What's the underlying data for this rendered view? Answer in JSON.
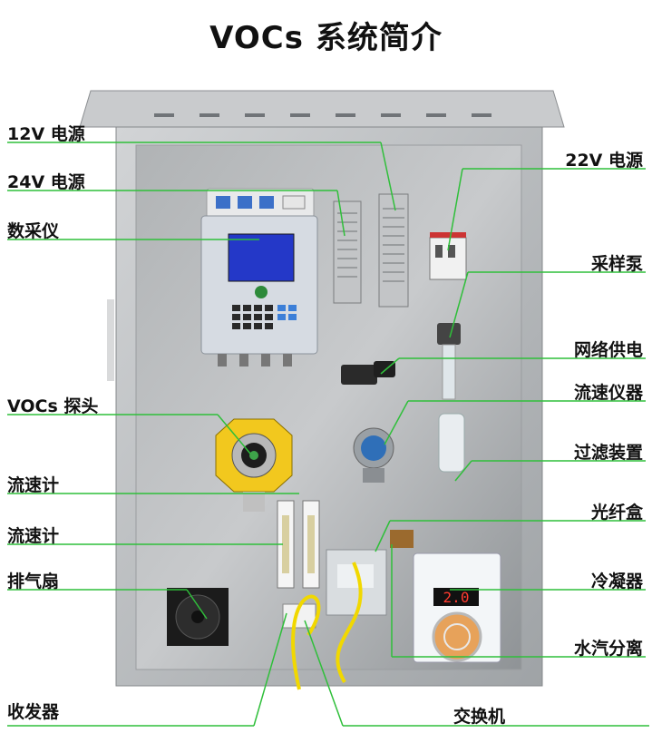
{
  "title": "VOCs 系统简介",
  "left_labels": [
    {
      "key": "power12",
      "text": "12V 电源"
    },
    {
      "key": "power24",
      "text": "24V 电源"
    },
    {
      "key": "daq",
      "text": "数采仪"
    },
    {
      "key": "probe",
      "text": "VOCs 探头"
    },
    {
      "key": "flowmeter1",
      "text": "流速计"
    },
    {
      "key": "flowmeter2",
      "text": "流速计"
    },
    {
      "key": "fan",
      "text": "排气扇"
    },
    {
      "key": "transceiver",
      "text": "收发器"
    }
  ],
  "right_labels": [
    {
      "key": "power22",
      "text": "22V 电源"
    },
    {
      "key": "pump",
      "text": "采样泵"
    },
    {
      "key": "poe",
      "text": "网络供电"
    },
    {
      "key": "flowinst",
      "text": "流速仪器"
    },
    {
      "key": "filter",
      "text": "过滤装置"
    },
    {
      "key": "fiberbox",
      "text": "光纤盒"
    },
    {
      "key": "condenser",
      "text": "冷凝器"
    },
    {
      "key": "separator",
      "text": "水汽分离"
    }
  ],
  "bottom_label": {
    "key": "switch",
    "text": "交换机"
  },
  "condenser_display": "2.0",
  "colors": {
    "leader_line": "#2fbf3a",
    "cabinet": "#b9bcbf",
    "background": "#ffffff"
  }
}
